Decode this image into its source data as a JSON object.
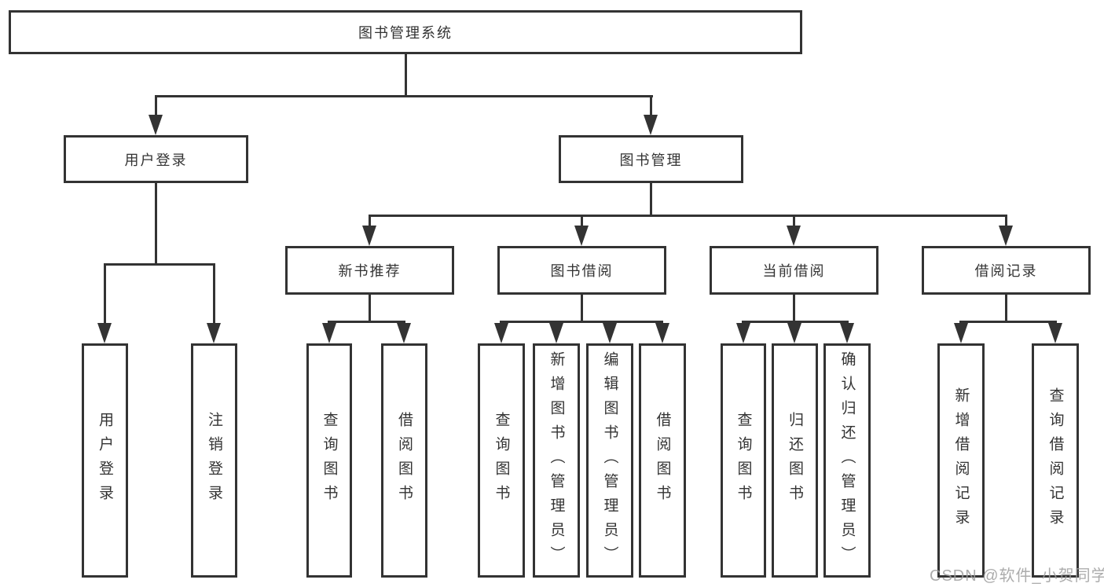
{
  "tree": {
    "root": "图书管理系统",
    "user_login": {
      "label": "用户登录",
      "children": [
        "用户登录",
        "注销登录"
      ]
    },
    "book_mgmt": {
      "label": "图书管理",
      "groups": [
        {
          "label": "新书推荐",
          "children": [
            "查询图书",
            "借阅图书"
          ]
        },
        {
          "label": "图书借阅",
          "children": [
            "查询图书",
            "新增图书（管理员）",
            "编辑图书（管理员）",
            "借阅图书"
          ]
        },
        {
          "label": "当前借阅",
          "children": [
            "查询图书",
            "归还图书",
            "确认归还（管理员）"
          ]
        },
        {
          "label": "借阅记录",
          "children": [
            "新增借阅记录",
            "查询借阅记录"
          ]
        }
      ]
    }
  },
  "watermark": "CSDN @软件_小贺同学",
  "colors": {
    "line": "#333333",
    "background": "#ffffff",
    "text": "#333333",
    "watermark": "#9e9e9e"
  }
}
